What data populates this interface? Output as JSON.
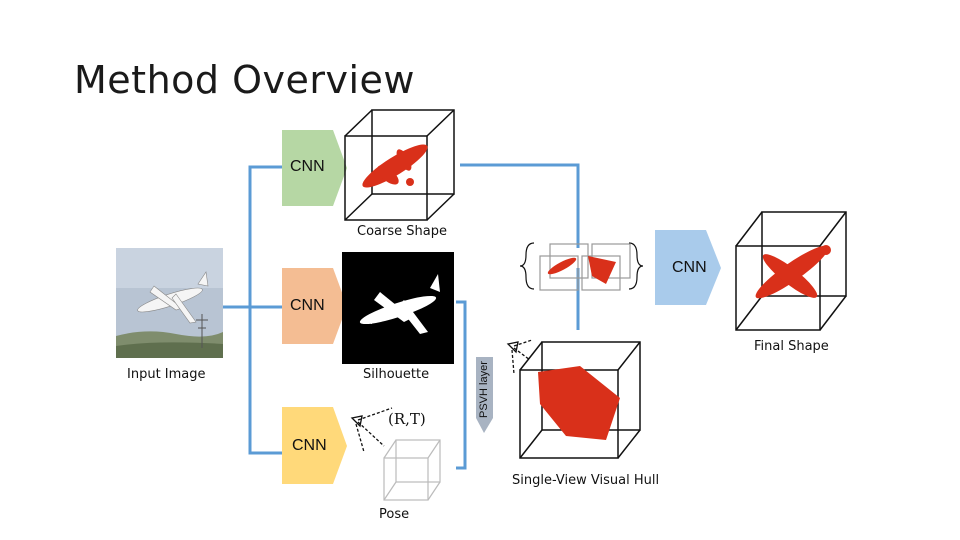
{
  "title": "Method Overview",
  "labels": {
    "coarse_shape": "Coarse Shape",
    "final_shape": "Final Shape",
    "input_image": "Input Image",
    "silhouette": "Silhouette",
    "psvh_layer": "PSVH layer",
    "single_view_visual_hull": "Single-View Visual Hull",
    "pose": "Pose",
    "pose_param": "(R,T)"
  },
  "cnn_blocks": {
    "shape": "CNN",
    "silhouette": "CNN",
    "pose": "CNN",
    "refine": "CNN"
  },
  "colors": {
    "connector": "#5b9bd5",
    "cnn_green": "#b6d7a4",
    "cnn_orange": "#f4bd93",
    "cnn_yellow": "#ffd97a",
    "cnn_blue": "#a9cbeb",
    "psvh_gray": "#a8b3c2",
    "shape_red": "#d9301a"
  }
}
